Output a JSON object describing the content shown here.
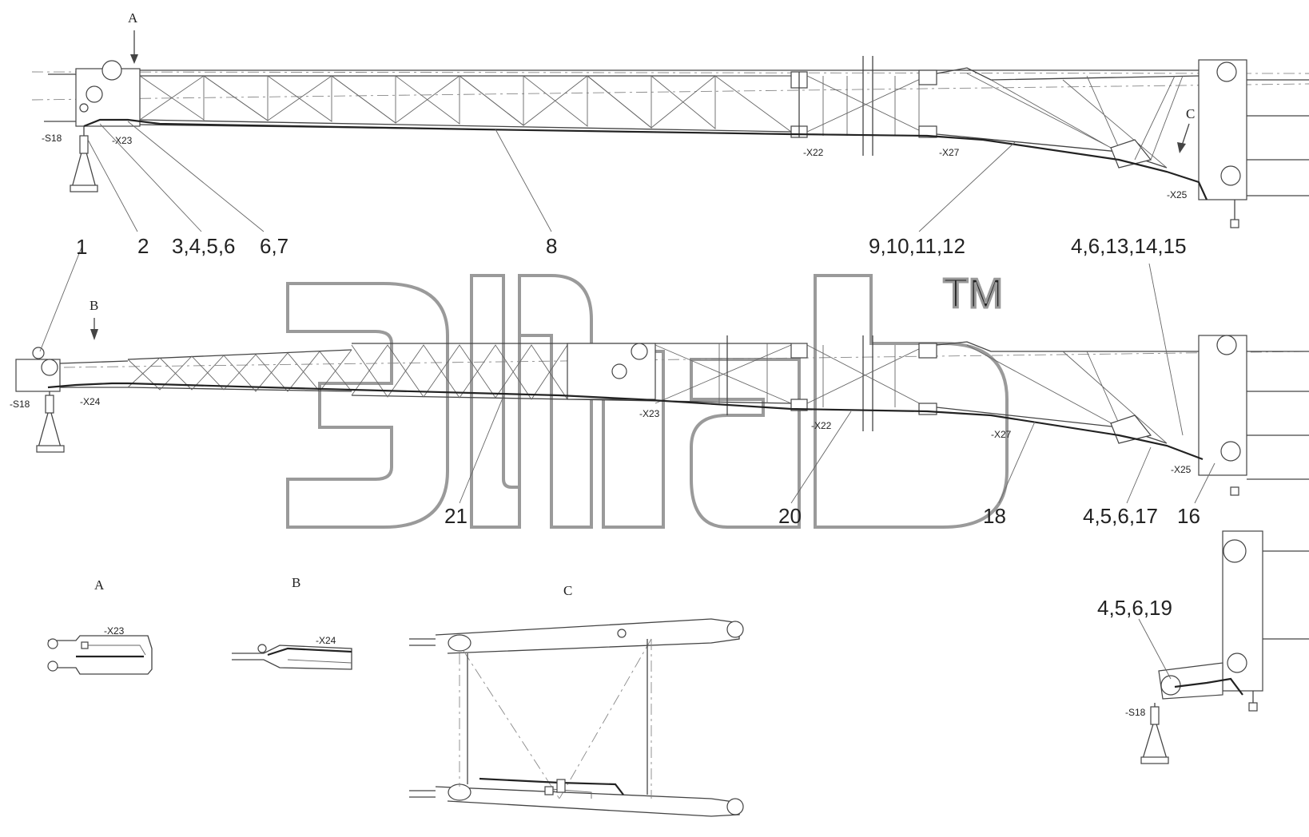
{
  "watermark": {
    "text": "Эпаb",
    "trademark": "TM"
  },
  "views": {
    "a": "A",
    "b": "B",
    "c": "C"
  },
  "tags": {
    "s18": "-S18",
    "x22": "-X22",
    "x23": "-X23",
    "x24": "-X24",
    "x25": "-X25",
    "x27": "-X27"
  },
  "callouts": {
    "c1": "1",
    "c2": "2",
    "c3": "3,4,5,6",
    "c4": "6,7",
    "c5": "8",
    "c6": "9,10,11,12",
    "c7": "4,6,13,14,15",
    "c8": "21",
    "c9": "20",
    "c10": "18",
    "c11": "4,5,6,17",
    "c12": "16",
    "c13": "4,5,6,19"
  },
  "colors": {
    "line": "#444444",
    "watermark": "#9a9a9a",
    "background": "#ffffff"
  }
}
